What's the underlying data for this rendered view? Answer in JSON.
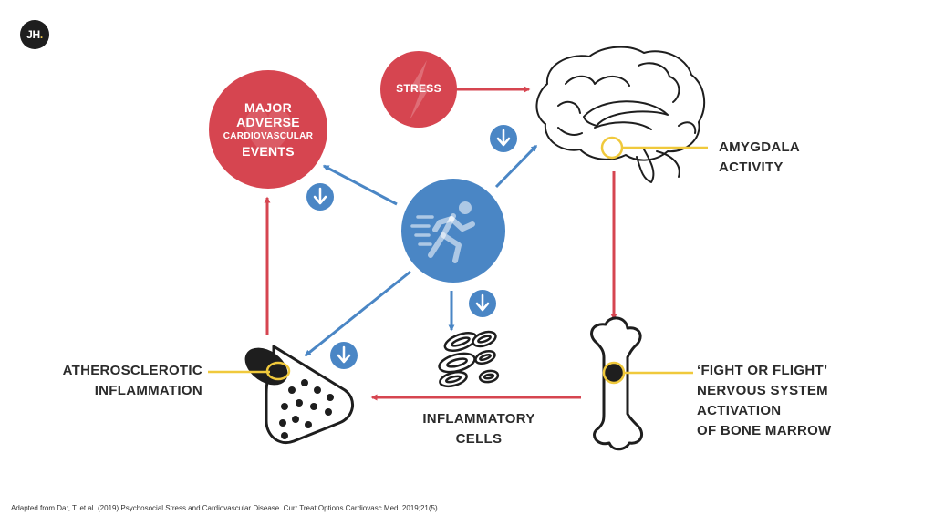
{
  "logo": {
    "text": "JH",
    "dot": "."
  },
  "nodes": {
    "stress": "STRESS",
    "mace": {
      "line1": "MAJOR",
      "line2": "ADVERSE",
      "line3": "CARDIOVASCULAR",
      "line4": "EVENTS"
    },
    "amygdala": {
      "line1": "AMYGDALA",
      "line2": "ACTIVITY"
    },
    "fight_flight": {
      "line1": "‘FIGHT OR FLIGHT’",
      "line2": "NERVOUS SYSTEM",
      "line3": "ACTIVATION",
      "line4": "OF BONE MARROW"
    },
    "inflammatory_cells": {
      "line1": "INFLAMMATORY",
      "line2": "CELLS"
    },
    "atherosclerotic": {
      "line1": "ATHEROSCLEROTIC",
      "line2": "INFLAMMATION"
    }
  },
  "citation": "Adapted from Dar, T. et al. (2019) Psychosocial Stress and Cardiovascular Disease. Curr Treat Options Cardiovasc Med. 2019;21(5).",
  "colors": {
    "red": "#d64550",
    "blue": "#4a86c5",
    "yellow": "#f0c93c",
    "dark": "#1e1e1e",
    "text": "#2b2b2b"
  },
  "icons": {
    "stress": "lightning-bolt-icon",
    "exercise": "running-person-icon",
    "brain": "brain-icon",
    "bone": "bone-icon",
    "artery": "artery-icon",
    "cells": "blood-cells-icon",
    "decrease": "down-arrow-icon"
  }
}
